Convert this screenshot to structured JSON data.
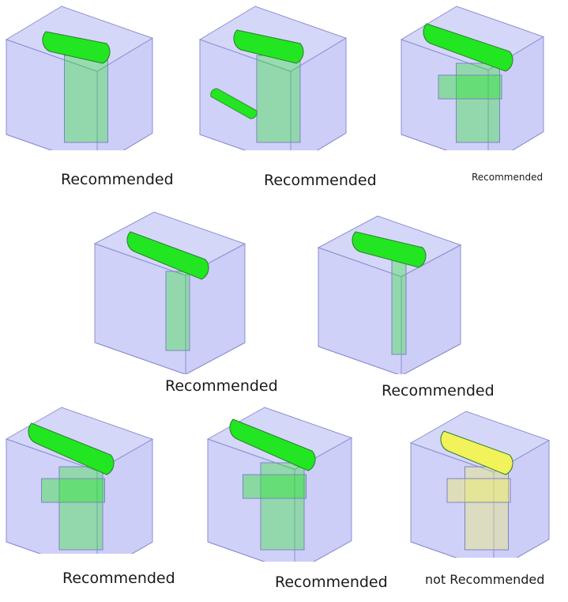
{
  "colors": {
    "recommended_slot": "#22e622",
    "not_recommended_slot": "#f2f25a",
    "block_face": "#c7c9f7",
    "block_edge": "#8c8fd0"
  },
  "figures": [
    {
      "label": "Recommended",
      "status": "recommended",
      "variant": "simple-slot"
    },
    {
      "label": "Recommended",
      "status": "recommended",
      "variant": "slot-with-side-channel"
    },
    {
      "label": "Recommended",
      "status": "recommended",
      "variant": "stepped-slot"
    },
    {
      "label": "Recommended",
      "status": "recommended",
      "variant": "slot-with-narrow-shaft"
    },
    {
      "label": "Recommended",
      "status": "recommended",
      "variant": "slot-with-thin-shaft"
    },
    {
      "label": "Recommended",
      "status": "recommended",
      "variant": "slot-with-counterbore"
    },
    {
      "label": "Recommended",
      "status": "recommended",
      "variant": "slot-with-step-down"
    },
    {
      "label": "not Recommended",
      "status": "not-recommended",
      "variant": "slot-with-undercut"
    }
  ]
}
